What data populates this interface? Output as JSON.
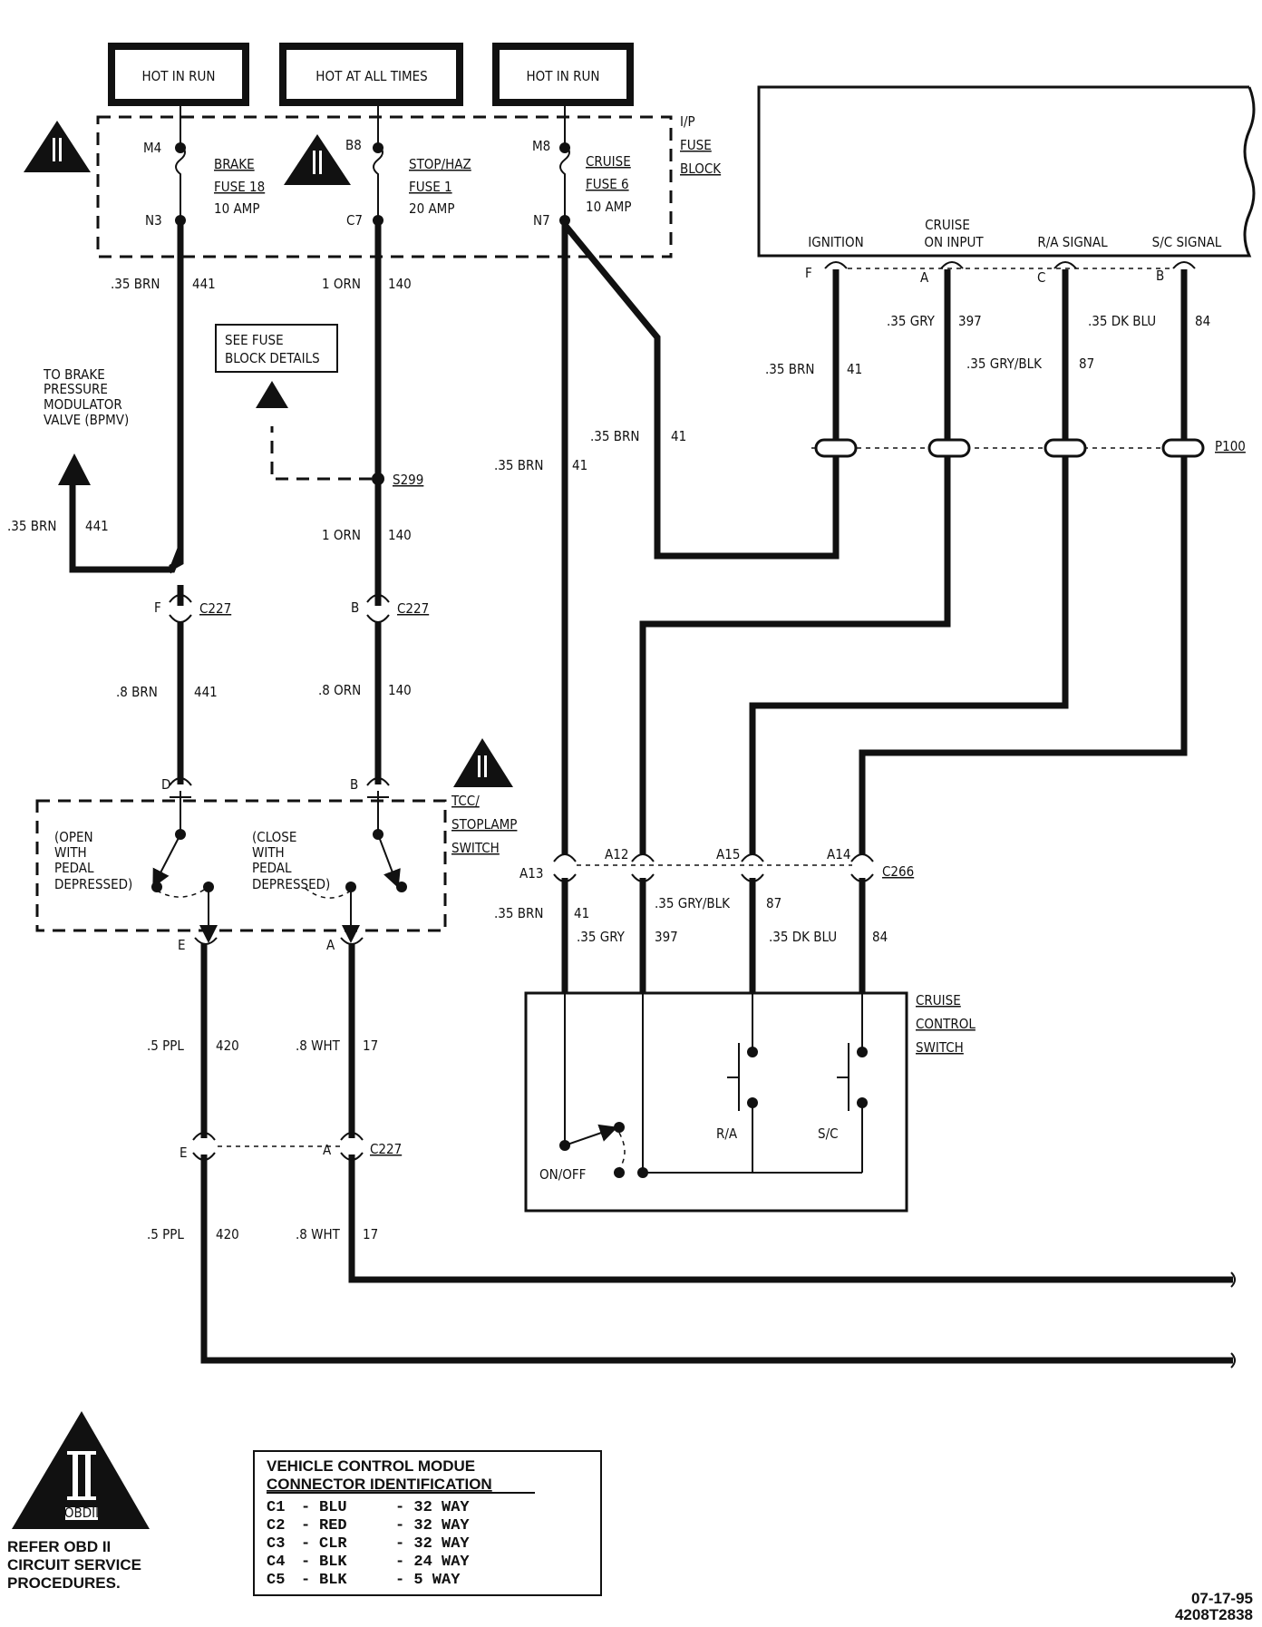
{
  "power_labels": [
    "HOT IN RUN",
    "HOT AT ALL TIMES",
    "HOT IN RUN"
  ],
  "fuse_block": {
    "label_lines": [
      "I/P",
      "FUSE",
      "BLOCK"
    ],
    "fuses": [
      {
        "top_pin": "M4",
        "bottom_pin": "N3",
        "name": "BRAKE",
        "fuse": "FUSE 18",
        "amp": "10 AMP"
      },
      {
        "top_pin": "B8",
        "bottom_pin": "C7",
        "name": "STOP/HAZ",
        "fuse": "FUSE 1",
        "amp": "20 AMP"
      },
      {
        "top_pin": "M8",
        "bottom_pin": "N7",
        "name": "CRUISE",
        "fuse": "FUSE 6",
        "amp": "10 AMP"
      }
    ]
  },
  "see_fuse_details": [
    "SEE FUSE",
    "BLOCK DETAILS"
  ],
  "bpmv_label": [
    "TO BRAKE",
    "PRESSURE",
    "MODULATOR",
    "VALVE (BPMV)"
  ],
  "splice": "S299",
  "module_pins": [
    {
      "pin": "F",
      "label": "IGNITION"
    },
    {
      "pin": "A",
      "label": "CRUISE ON INPUT"
    },
    {
      "pin": "C",
      "label": "R/A SIGNAL"
    },
    {
      "pin": "B",
      "label": "S/C SIGNAL"
    }
  ],
  "connectors": {
    "p100": "P100",
    "c227": "C227",
    "c266": "C266",
    "c227_pins_top": [
      "F",
      "B"
    ],
    "switch_pins_top": [
      "D",
      "B"
    ],
    "switch_pins_bottom": [
      "E",
      "A"
    ],
    "c227_pins_bottom": [
      "E",
      "A"
    ],
    "c266_pins": [
      "A13",
      "A12",
      "A15",
      "A14"
    ]
  },
  "wires": {
    "w441_top": {
      "color": ".35 BRN",
      "circuit": "441"
    },
    "w140_top": {
      "color": "1 ORN",
      "circuit": "140"
    },
    "w441_bpmv": {
      "color": ".35 BRN",
      "circuit": "441"
    },
    "w140_mid": {
      "color": "1 ORN",
      "circuit": "140"
    },
    "w441_low": {
      "color": ".8 BRN",
      "circuit": "441"
    },
    "w140_low": {
      "color": ".8 ORN",
      "circuit": "140"
    },
    "w41_a": {
      "color": ".35 BRN",
      "circuit": "41"
    },
    "w41_b": {
      "color": ".35 BRN",
      "circuit": "41"
    },
    "w41_mod": {
      "color": ".35 BRN",
      "circuit": "41"
    },
    "w397_mod": {
      "color": ".35 GRY",
      "circuit": "397"
    },
    "w87_mod": {
      "color": ".35 GRY/BLK",
      "circuit": "87"
    },
    "w84_mod": {
      "color": ".35 DK BLU",
      "circuit": "84"
    },
    "w41_sw": {
      "color": ".35 BRN",
      "circuit": "41"
    },
    "w397_sw": {
      "color": ".35 GRY",
      "circuit": "397"
    },
    "w87_sw": {
      "color": ".35 GRY/BLK",
      "circuit": "87"
    },
    "w84_sw": {
      "color": ".35 DK BLU",
      "circuit": "84"
    },
    "w420_a": {
      "color": ".5 PPL",
      "circuit": "420"
    },
    "w17_a": {
      "color": ".8 WHT",
      "circuit": "17"
    },
    "w420_b": {
      "color": ".5 PPL",
      "circuit": "420"
    },
    "w17_b": {
      "color": ".8 WHT",
      "circuit": "17"
    }
  },
  "tcc_switch": {
    "label_lines": [
      "TCC/",
      "STOPLAMP",
      "SWITCH"
    ],
    "left_note": [
      "(OPEN",
      "WITH",
      "PEDAL",
      "DEPRESSED)"
    ],
    "right_note": [
      "(CLOSE",
      "WITH",
      "PEDAL",
      "DEPRESSED)"
    ]
  },
  "cruise_switch": {
    "label_lines": [
      "CRUISE",
      "CONTROL",
      "SWITCH"
    ],
    "on_off": "ON/OFF",
    "ra": "R/A",
    "sc": "S/C"
  },
  "legend_table": {
    "title_lines": [
      "VEHICLE CONTROL MODUE",
      "CONNECTOR IDENTIFICATION"
    ],
    "rows": [
      {
        "id": "C1",
        "color": "BLU",
        "way": "32 WAY"
      },
      {
        "id": "C2",
        "color": "RED",
        "way": "32 WAY"
      },
      {
        "id": "C3",
        "color": "CLR",
        "way": "32 WAY"
      },
      {
        "id": "C4",
        "color": "BLK",
        "way": "24 WAY"
      },
      {
        "id": "C5",
        "color": "BLK",
        "way": "5 WAY"
      }
    ]
  },
  "obd": {
    "symbol": "II",
    "tag": "OBDII",
    "note_lines": [
      "REFER OBD II",
      "CIRCUIT SERVICE",
      "PROCEDURES."
    ]
  },
  "footer": {
    "date": "07-17-95",
    "code": "4208T2838"
  }
}
